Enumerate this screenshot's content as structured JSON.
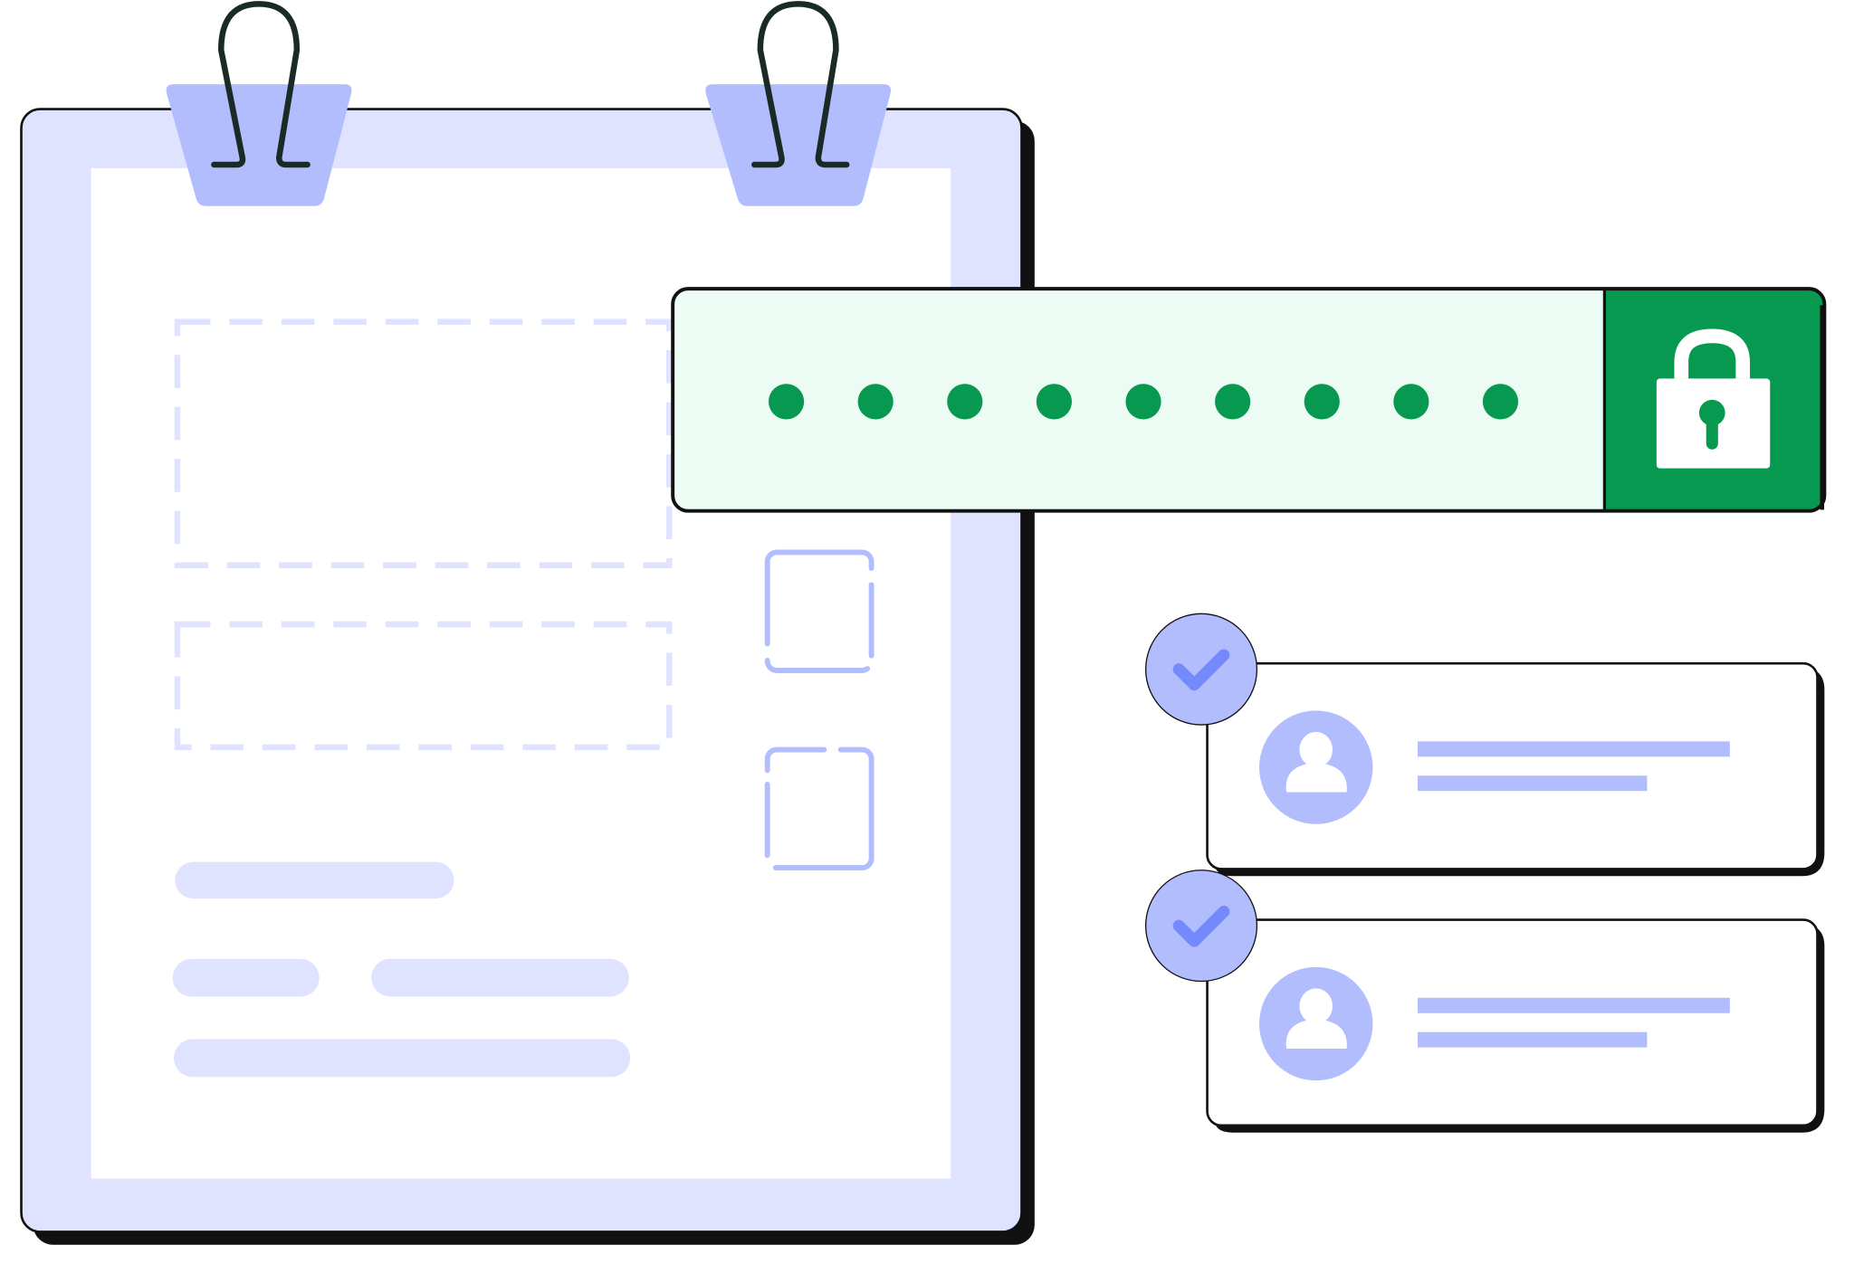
{
  "colors": {
    "background": "#ffffff",
    "outline": "#111111",
    "clip_outline": "#1a2b25",
    "clipboard_frame": "#dfe3ff",
    "clipboard_paper": "#ffffff",
    "clip_body": "#b1bdfd",
    "placeholder_light": "#dfe3ff",
    "placeholder_medium": "#b1bdfd",
    "check_mark": "#7489fb",
    "password_field_bg": "#ecfbf4",
    "password_dots": "#07994f",
    "lock_panel_bg": "#07994f",
    "lock_icon": "#ffffff"
  },
  "clipboard": {
    "clips": [
      {
        "icon": "binder-clip-icon"
      },
      {
        "icon": "binder-clip-icon"
      }
    ],
    "dashed_fields": 2,
    "checkbox_placeholders": 2,
    "text_placeholder_bars": 4
  },
  "password_field": {
    "masked_characters": 9,
    "lock_icon": "padlock-icon"
  },
  "user_cards": [
    {
      "avatar_icon": "user-avatar-icon",
      "badge_icon": "check-icon",
      "checked": true,
      "text_lines": 2
    },
    {
      "avatar_icon": "user-avatar-icon",
      "badge_icon": "check-icon",
      "checked": true,
      "text_lines": 2
    }
  ]
}
